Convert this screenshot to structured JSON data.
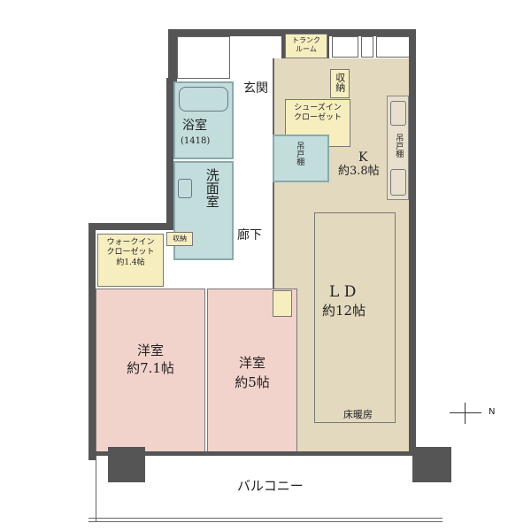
{
  "rooms": {
    "trunk_room": "トランク\nルーム",
    "storage_top": "収納",
    "entrance": "玄関",
    "shoe_closet": "シューズイン\nクローゼット",
    "bath": "浴室",
    "bath_size": "(1418)",
    "wash_room": "洗面室",
    "toilet_shelf": "吊戸棚",
    "kitchen": "K",
    "kitchen_size": "約3.8帖",
    "kitchen_shelf": "吊戸棚",
    "corridor": "廊下",
    "wic": "ウォークイン\nクローゼット\n約1.4帖",
    "storage_small": "収納",
    "ld": "L D",
    "ld_size": "約12帖",
    "floor_heating": "床暖房",
    "bedroom1": "洋室",
    "bedroom1_size": "約7.1帖",
    "bedroom2": "洋室",
    "bedroom2_size": "約5帖",
    "balcony": "バルコニー"
  },
  "compass": {
    "north_label": "N"
  },
  "colors": {
    "wall": "#555555",
    "ldk": "#e3d9bf",
    "bedroom": "#f2d3cb",
    "wet": "#c3dddd",
    "closet": "#f7eec0"
  }
}
